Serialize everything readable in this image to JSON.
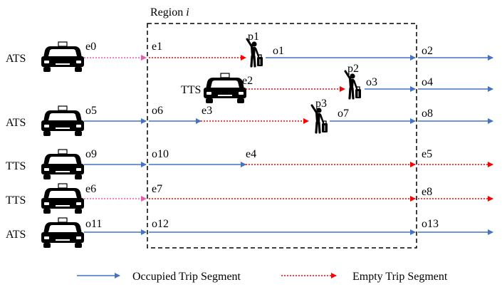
{
  "region": {
    "label": "Region ",
    "index": "i"
  },
  "vehicle_types": {
    "row0": "ATS",
    "row1": "ATS",
    "row2": "TTS",
    "row3": "TTS",
    "row4": "ATS",
    "mid": "TTS"
  },
  "passengers": {
    "p1": "p1",
    "p2": "p2",
    "p3": "p3"
  },
  "segments": {
    "e0": "e0",
    "e1": "e1",
    "o1": "o1",
    "o2": "o2",
    "e2": "e2",
    "o3": "o3",
    "o4": "o4",
    "o5": "o5",
    "o6": "o6",
    "e3": "e3",
    "o7": "o7",
    "o8": "o8",
    "o9": "o9",
    "o10": "o10",
    "e4": "e4",
    "e5": "e5",
    "e6": "e6",
    "e7": "e7",
    "e8": "e8",
    "o11": "o11",
    "o12": "o12",
    "o13": "o13"
  },
  "legend": {
    "occupied": "Occupied Trip Segment",
    "empty": "Empty Trip Segment"
  },
  "colors": {
    "occupied": "#4472C4",
    "empty_red": "#FF0000",
    "empty_pink": "#E85AAA",
    "region_border": "#000000"
  },
  "icons": {
    "car": "taxi-icon",
    "passenger": "passenger-with-luggage-icon"
  }
}
